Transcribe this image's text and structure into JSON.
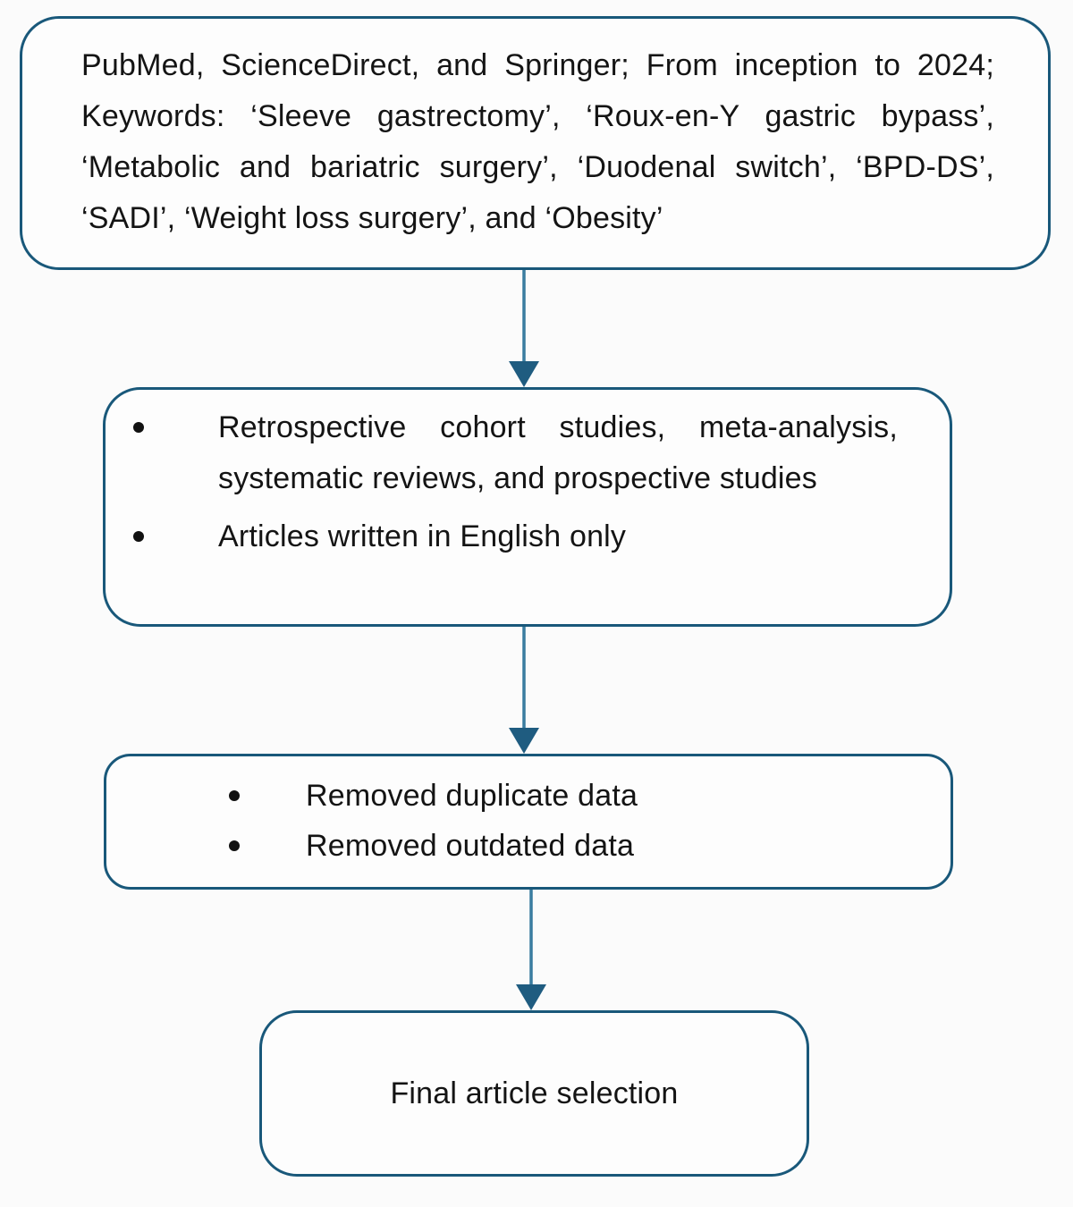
{
  "colors": {
    "border": "#19587A",
    "arrow_line": "#3A7CA0",
    "arrow_head": "#1F5C80",
    "text": "#141414",
    "background": "#FBFBFB"
  },
  "flowchart": {
    "steps": [
      {
        "text": "PubMed, ScienceDirect, and Springer; From inception to 2024; Keywords: ‘Sleeve gastrectomy’, ‘Roux-en-Y gastric bypass’, ‘Metabolic and bariatric surgery’, ‘Duodenal switch’, ‘BPD-DS’, ‘SADI’, ‘Weight loss surgery’, and ‘Obesity’"
      },
      {
        "items": [
          "Retrospective cohort studies, meta-analysis, systematic reviews, and prospective studies",
          "Articles written in English only"
        ]
      },
      {
        "items": [
          "Removed duplicate data",
          "Removed outdated data"
        ]
      },
      {
        "text": "Final article selection"
      }
    ]
  }
}
